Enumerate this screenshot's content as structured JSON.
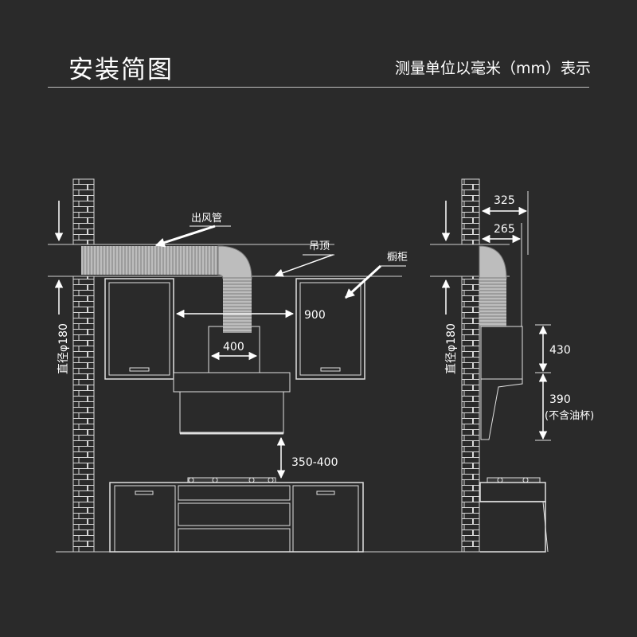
{
  "header": {
    "title": "安装简图",
    "subtitle": "测量单位以毫米（mm）表示"
  },
  "front_view": {
    "duct_label": "出风管",
    "ceiling_label": "吊顶",
    "cabinet_label": "橱柜",
    "diameter_label": "直径φ180",
    "cabinet_gap": "900",
    "hood_width": "400",
    "cooktop_height": "350-400"
  },
  "side_view": {
    "diameter_label": "直径φ180",
    "outer_depth": "325",
    "inner_depth": "265",
    "body_height": "430",
    "panel_height": "390",
    "panel_note": "(不含油杯)"
  }
}
